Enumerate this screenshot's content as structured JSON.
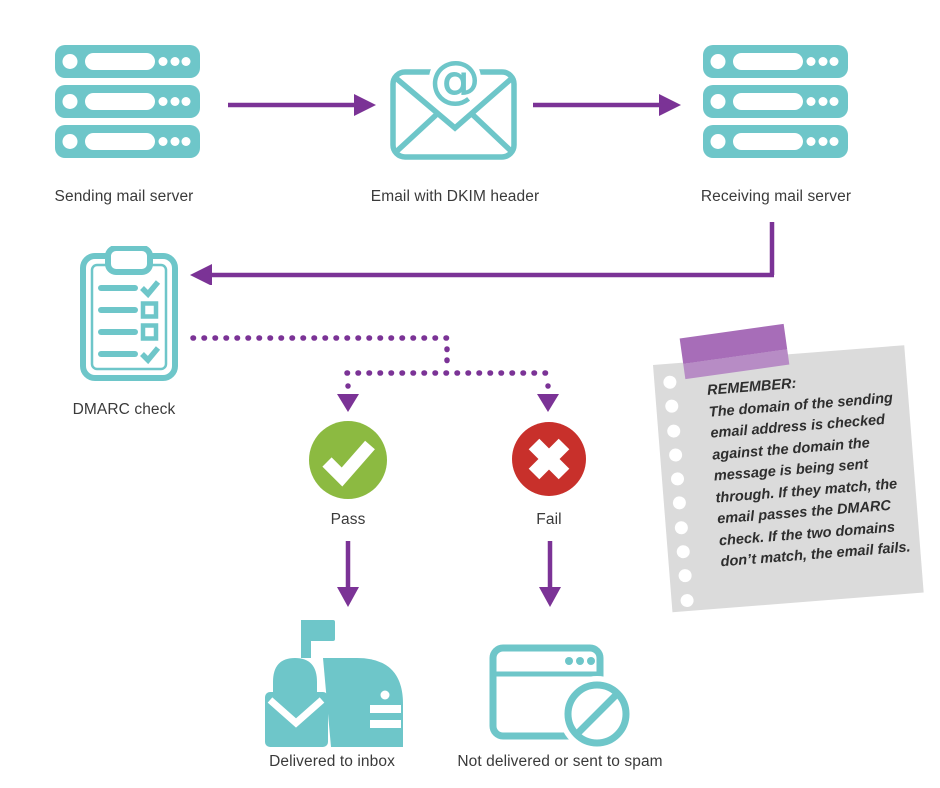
{
  "palette": {
    "teal": "#6EC6C9",
    "purple": "#7B3396",
    "green": "#8CBA41",
    "red": "#C8302B",
    "note_bg": "#DBDBDB",
    "tape_top": "#A76DB8",
    "tape_bottom": "#B78CC5",
    "label_text": "#3A3A3A"
  },
  "nodes": {
    "sending_server": {
      "label": "Sending mail server",
      "icon": "mail-server-icon"
    },
    "email_dkim": {
      "label": "Email with DKIM header",
      "icon": "email-at-icon"
    },
    "receiving_server": {
      "label": "Receiving mail server",
      "icon": "mail-server-icon"
    },
    "dmarc_check": {
      "label": "DMARC check",
      "icon": "clipboard-checklist-icon"
    },
    "pass": {
      "label": "Pass",
      "icon": "check-circle-icon"
    },
    "fail": {
      "label": "Fail",
      "icon": "x-circle-icon"
    },
    "inbox": {
      "label": "Delivered to inbox",
      "icon": "mailbox-icon"
    },
    "spam": {
      "label": "Not delivered or sent to spam",
      "icon": "browser-blocked-icon"
    }
  },
  "note": {
    "title": "REMEMBER:",
    "lines": [
      "The domain of the sending",
      "email address is checked",
      "against the domain the",
      "message is being sent",
      "through. If they match, the",
      "email passes the DMARC",
      "check. If the two domains",
      "don’t match, the email fails."
    ]
  }
}
